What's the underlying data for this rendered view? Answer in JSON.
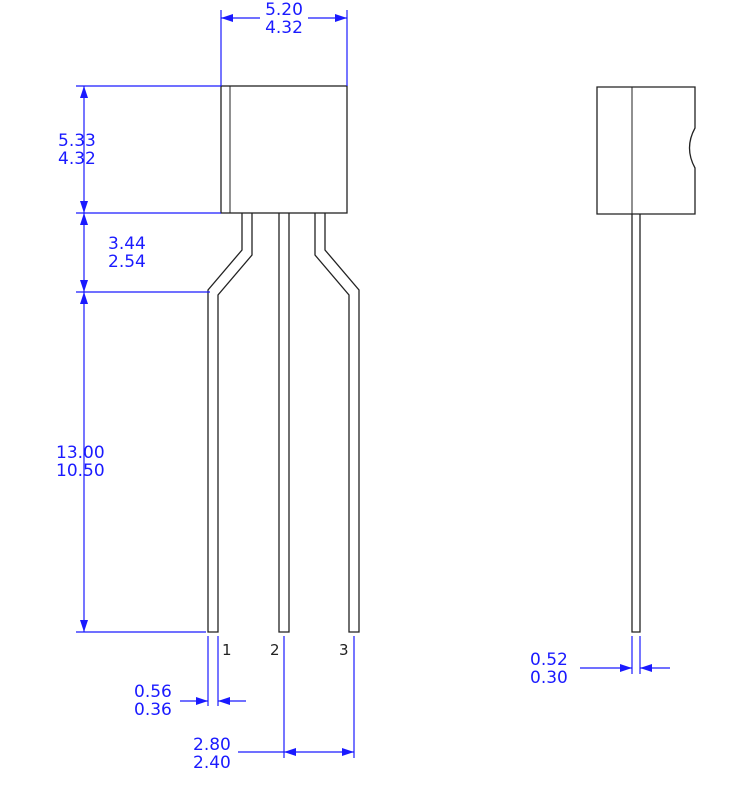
{
  "colors": {
    "outline": "#222222",
    "dimension": "#1a1aff",
    "background": "#ffffff"
  },
  "dimensions": {
    "body_width": {
      "max": "5.20",
      "min": "4.32"
    },
    "body_height": {
      "max": "5.33",
      "min": "4.32"
    },
    "bend_height": {
      "max": "3.44",
      "min": "2.54"
    },
    "lead_length": {
      "max": "13.00",
      "min": "10.50"
    },
    "lead_width": {
      "max": "0.56",
      "min": "0.36"
    },
    "lead_pitch": {
      "max": "2.80",
      "min": "2.40"
    },
    "lead_thickness": {
      "max": "0.52",
      "min": "0.30"
    }
  },
  "pins": [
    "1",
    "2",
    "3"
  ]
}
